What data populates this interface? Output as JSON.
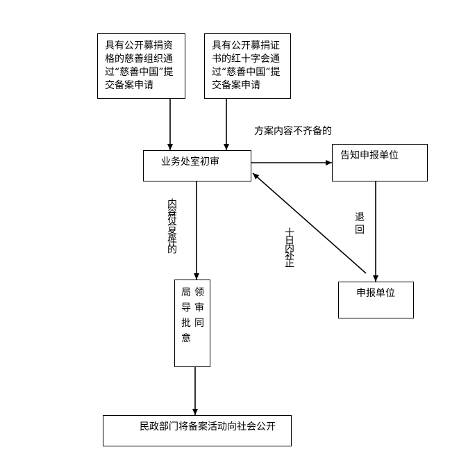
{
  "nodes": {
    "charity_apply": "具有公开募捐资格的慈善组织通过“慈善中国”提交备案申请",
    "redcross_apply": "具有公开募捐证书的红十字会通过“慈善中国”提交备案申请",
    "initial_review": "业务处室初审",
    "notify_unit": "告知申报单位",
    "applicant_unit": "申报单位",
    "bureau_approval_col1": "局导批意",
    "bureau_approval_col2": "领审同",
    "publish": "民政部门将备案活动向社会公开"
  },
  "edges": {
    "incomplete": "方案内容不齐备的",
    "return": "退回",
    "meets_conditions": "内容符合条件的",
    "resubmit": "十日内补正"
  }
}
